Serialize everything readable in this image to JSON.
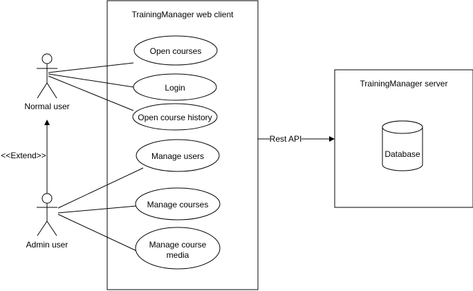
{
  "diagram": {
    "web_client": {
      "title": "TrainingManager web client"
    },
    "server": {
      "title": "TrainingManager server",
      "database_label": "Database"
    },
    "actors": {
      "normal_user": "Normal user",
      "admin_user": "Admin user"
    },
    "extend_label": "<<Extend>>",
    "rest_api_label": "Rest API",
    "use_cases": {
      "open_courses": "Open courses",
      "login": "Login",
      "open_course_history": "Open course history",
      "manage_users": "Manage users",
      "manage_courses": "Manage courses",
      "manage_course_media_line1": "Manage course",
      "manage_course_media_line2": "media"
    },
    "colors": {
      "stroke": "#000000",
      "fill": "#ffffff",
      "text": "#000000"
    }
  }
}
